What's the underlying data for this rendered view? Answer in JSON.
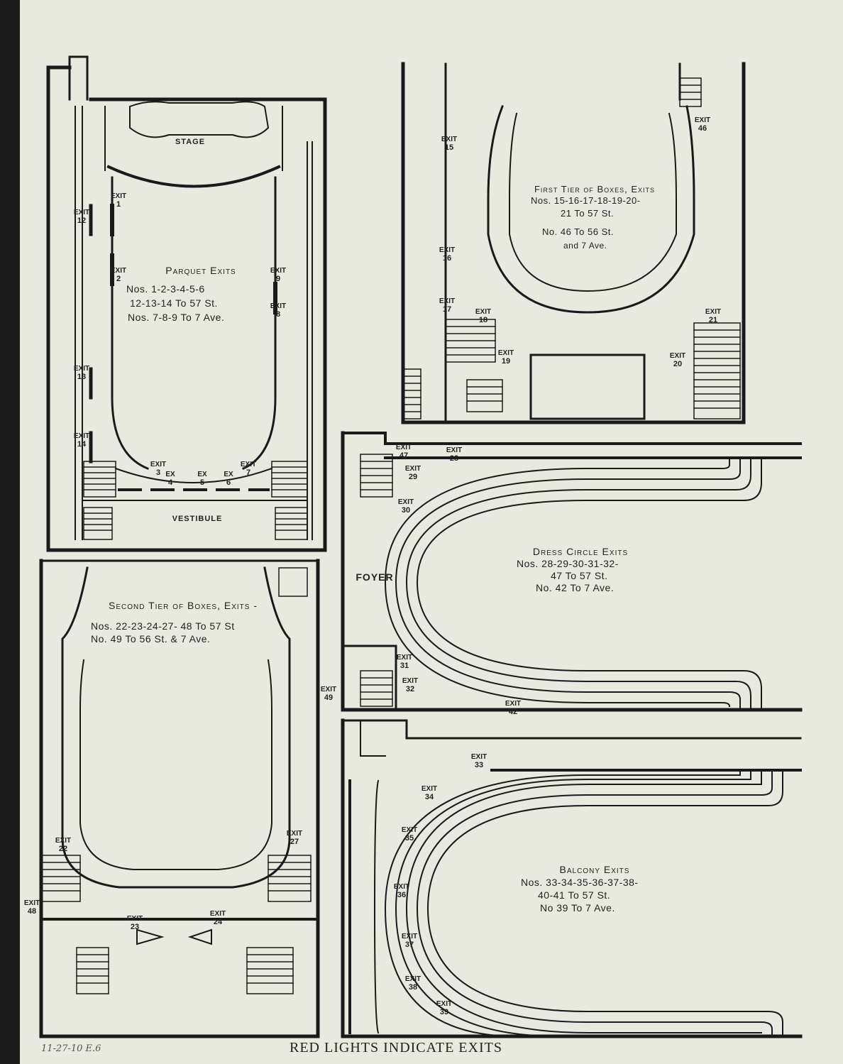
{
  "sections": {
    "parquet": {
      "title": "Parquet Exits",
      "lines": [
        "Nos. 1-2-3-4-5-6",
        "12-13-14 To 57 St.",
        "Nos. 7-8-9 To 7 Ave."
      ]
    },
    "first_tier": {
      "title": "First Tier of Boxes, Exits",
      "lines": [
        "Nos. 15-16-17-18-19-20-",
        "21 To 57 St.",
        "No. 46 To 56 St.",
        "and 7 Ave."
      ]
    },
    "second_tier": {
      "title": "Second Tier of Boxes, Exits -",
      "lines": [
        "Nos. 22-23-24-27- 48 To 57 St",
        "No. 49 To 56 St. & 7 Ave."
      ]
    },
    "dress_circle": {
      "title": "Dress Circle Exits",
      "lines": [
        "Nos. 28-29-30-31-32-",
        "47 To 57 St.",
        "No. 42 To 7 Ave."
      ]
    },
    "balcony": {
      "title": "Balcony Exits",
      "lines": [
        "Nos. 33-34-35-36-37-38-",
        "40-41 To 57 St.",
        "No 39 To 7 Ave."
      ]
    }
  },
  "rooms": {
    "stage": "STAGE",
    "vestibule": "VESTIBULE",
    "foyer": "FOYER"
  },
  "exit_word": "EXIT",
  "ex_word": "EX",
  "exits": [
    "1",
    "2",
    "3",
    "4",
    "5",
    "6",
    "7",
    "8",
    "9",
    "12",
    "13",
    "14",
    "15",
    "16",
    "17",
    "18",
    "19",
    "20",
    "21",
    "22",
    "23",
    "24",
    "27",
    "28",
    "29",
    "30",
    "31",
    "32",
    "33",
    "34",
    "35",
    "36",
    "37",
    "38",
    "39",
    "42",
    "46",
    "47",
    "48",
    "49"
  ],
  "footer": "RED LIGHTS INDICATE EXITS",
  "handwritten_note": "11-27-10 E.6"
}
